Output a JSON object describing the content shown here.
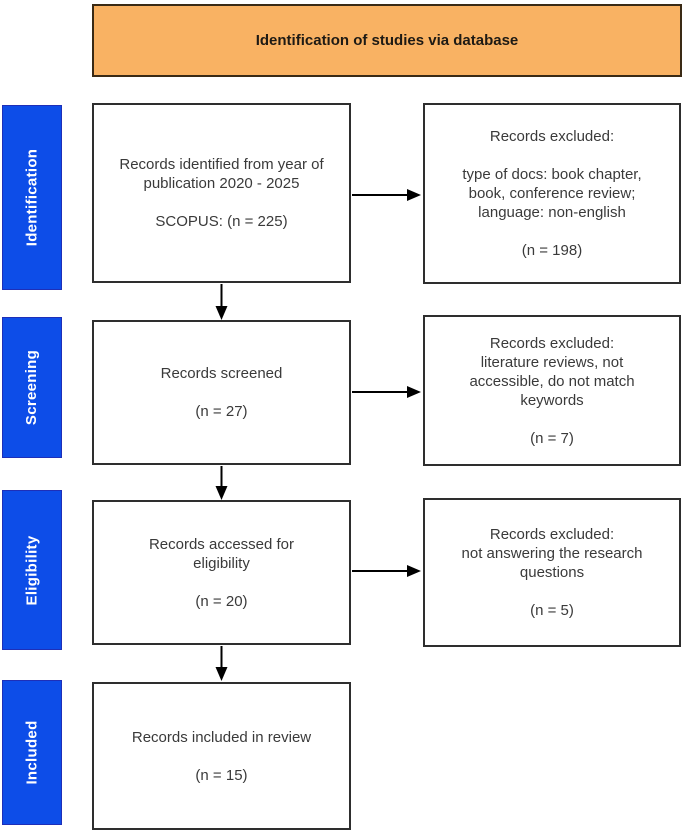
{
  "title": "Identification of studies via database",
  "colors": {
    "header_bg": "#F9B263",
    "header_border": "#3A2A15",
    "stage_bg": "#0D4DE8",
    "stage_border": "#1E2FB8",
    "stage_text": "#FFFFFF",
    "box_bg": "#FFFFFF",
    "box_border": "#2E2E2E",
    "text": "#3A3A3A",
    "arrow": "#000000"
  },
  "stages": [
    {
      "label": "Identification"
    },
    {
      "label": "Screening"
    },
    {
      "label": "Eligibility"
    },
    {
      "label": "Included"
    }
  ],
  "boxes": {
    "identified": "Records identified from year of\npublication 2020 - 2025\n\nSCOPUS: (n = 225)",
    "excluded_identification": "Records excluded:\n\ntype of docs: book chapter,\nbook, conference review;\nlanguage: non-english\n\n(n = 198)",
    "screened": "Records screened\n\n(n = 27)",
    "excluded_screening": "Records excluded:\nliterature reviews, not\naccessible, do not match\nkeywords\n\n(n = 7)",
    "eligibility": "Records accessed for\neligibility\n\n(n = 20)",
    "excluded_eligibility": "Records excluded:\nnot answering the research\nquestions\n\n(n = 5)",
    "included": "Records included in review\n\n(n = 15)"
  }
}
